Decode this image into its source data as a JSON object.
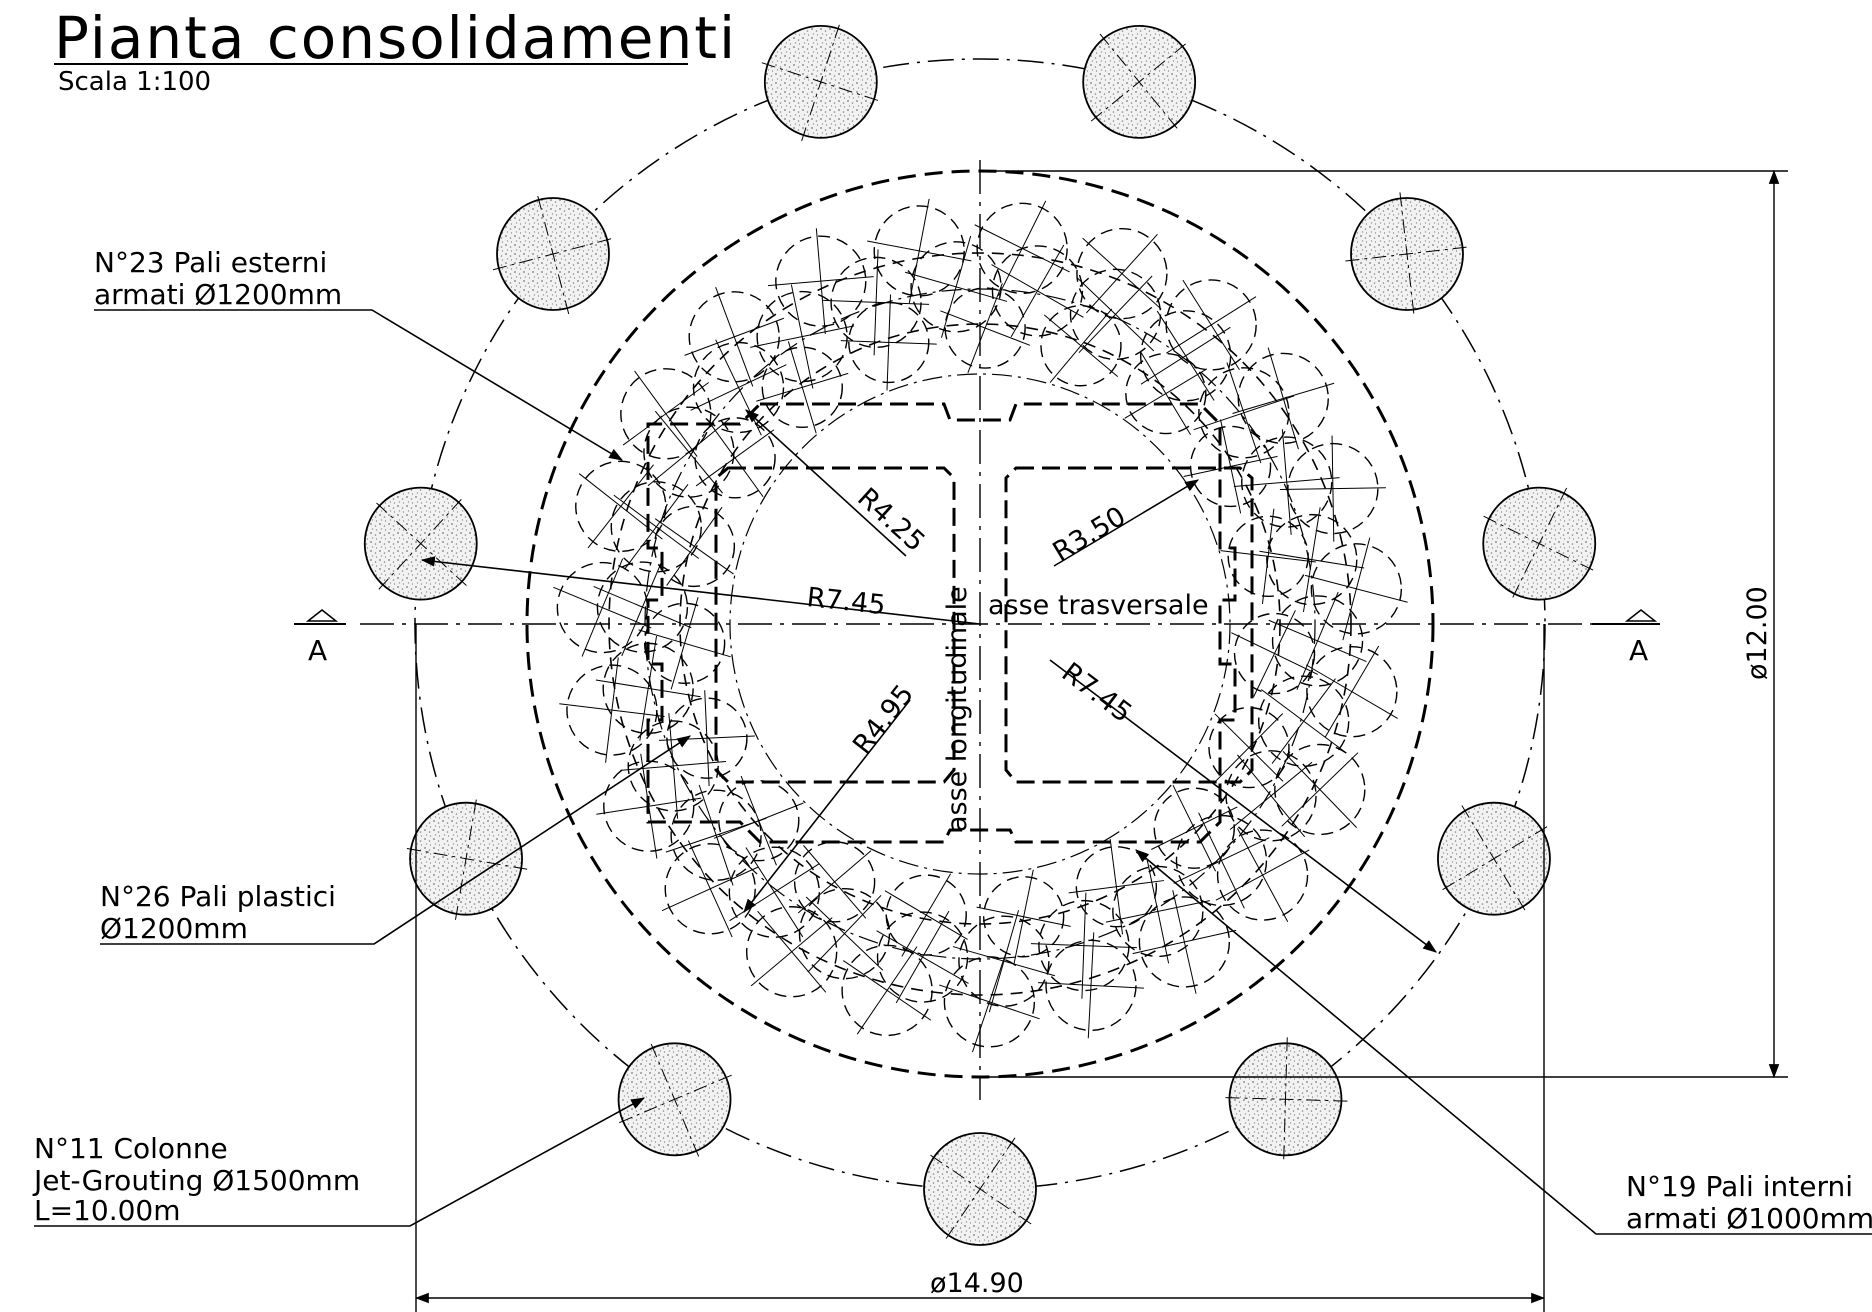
{
  "title": "Pianta consolidamenti",
  "scale": "Scala 1:100",
  "labels": {
    "pali_esterni_1": "N°23 Pali esterni",
    "pali_esterni_2": "armati Ø1200mm",
    "pali_plastici_1": "N°26 Pali plastici",
    "pali_plastici_2": "Ø1200mm",
    "colonne_1": "N°11 Colonne",
    "colonne_2": "Jet-Grouting Ø1500mm",
    "colonne_3": "L=10.00m",
    "pali_interni_1": "N°19 Pali interni",
    "pali_interni_2": "armati Ø1000mm"
  },
  "dimensions": {
    "r425": "R4.25",
    "r350": "R3.50",
    "r745_left": "R7.45",
    "r745_right": "R7.45",
    "r495": "R4.95",
    "diam_1200": "ø12.00",
    "diam_1490": "ø14.90"
  },
  "axes": {
    "transversal": "asse trasversale",
    "longitudinal": "asse longitudinale"
  },
  "section_marks": {
    "left": "A",
    "right": "A"
  }
}
